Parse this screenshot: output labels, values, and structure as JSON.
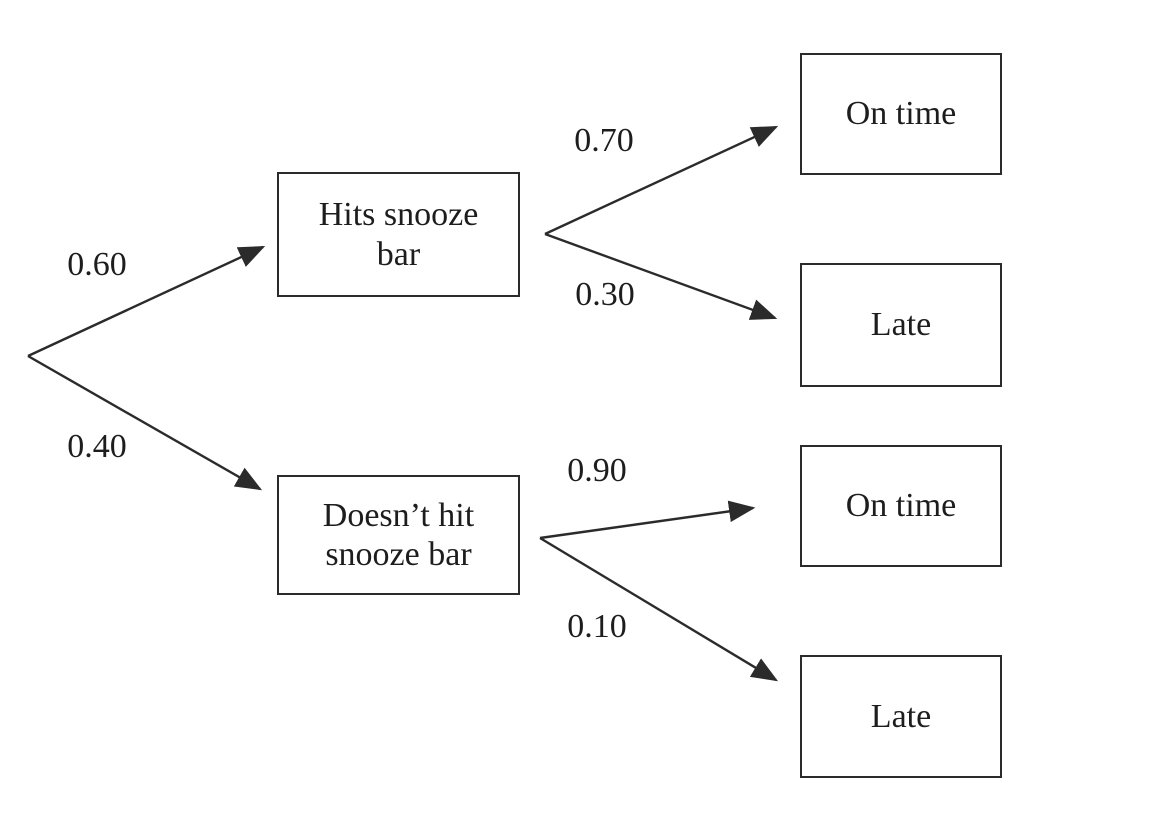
{
  "figure": {
    "kind": "probability-tree-diagram",
    "background_color": "#ffffff",
    "ink_color": "#2b2b2b"
  },
  "tree": {
    "root": {
      "branches": [
        {
          "probability": "0.60"
        },
        {
          "probability": "0.40"
        }
      ]
    },
    "stage1": [
      {
        "label_lines": [
          "Hits snooze",
          "bar"
        ],
        "branches": [
          {
            "probability": "0.70",
            "outcome": "On time"
          },
          {
            "probability": "0.30",
            "outcome": "Late"
          }
        ]
      },
      {
        "label_lines": [
          "Doesn’t hit",
          "snooze bar"
        ],
        "branches": [
          {
            "probability": "0.90",
            "outcome": "On time"
          },
          {
            "probability": "0.10",
            "outcome": "Late"
          }
        ]
      }
    ]
  }
}
